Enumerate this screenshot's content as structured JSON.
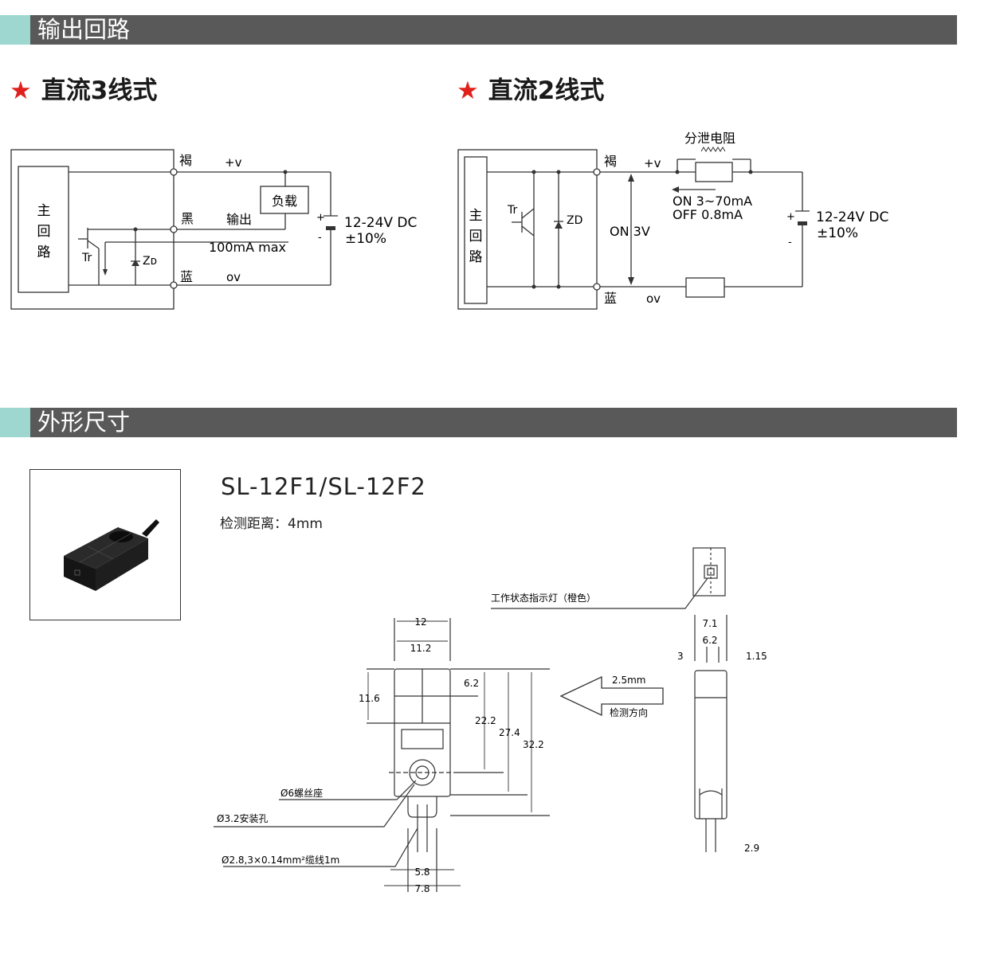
{
  "sections": {
    "output_circuit": "输出回路",
    "dimensions": "外形尺寸"
  },
  "star": "★",
  "three_wire": {
    "heading": "直流3线式",
    "main_circuit": [
      "主",
      "回",
      "路"
    ],
    "brown": "褐",
    "black": "黑",
    "blue": "蓝",
    "plus_v": "+v",
    "output": "输出",
    "ov": "ov",
    "load": "负载",
    "max_current": "100mA max",
    "tr": "Tr",
    "zd": "Zᴅ",
    "plus": "+",
    "minus": "-",
    "supply": "12-24V DC",
    "tolerance": "±10%"
  },
  "two_wire": {
    "heading": "直流2线式",
    "main_circuit": [
      "主",
      "回",
      "路"
    ],
    "brown": "褐",
    "blue": "蓝",
    "plus_v": "+v",
    "ov": "ov",
    "bleeder": "分泄电阻",
    "on_current": "ON 3~70mA",
    "off_current": "OFF 0.8mA",
    "on_voltage": "ON 3V",
    "tr": "Tr",
    "zd": "ZD",
    "plus": "+",
    "minus": "-",
    "supply": "12-24V DC",
    "tolerance": "±10%"
  },
  "product": {
    "model": "SL-12F1/SL-12F2",
    "detect_distance": "检测距离：4mm"
  },
  "drawing": {
    "indicator": "工作状态指示灯（橙色）",
    "screw_seat": "Ø6螺丝座",
    "mount_hole": "Ø3.2安装孔",
    "cable": "Ø2.8,3×0.14mm²缆线1m",
    "direction_value": "2.5mm",
    "direction_label": "检测方向",
    "dims": {
      "d12": "12",
      "d11_2": "11.2",
      "d11_6": "11.6",
      "d6_2": "6.2",
      "d22_2": "22.2",
      "d27_4": "27.4",
      "d32_2": "32.2",
      "d5_8": "5.8",
      "d7_8": "7.8",
      "d7_1": "7.1",
      "d6_2b": "6.2",
      "d3": "3",
      "d1_15": "1.15",
      "d2_9": "2.9"
    }
  }
}
